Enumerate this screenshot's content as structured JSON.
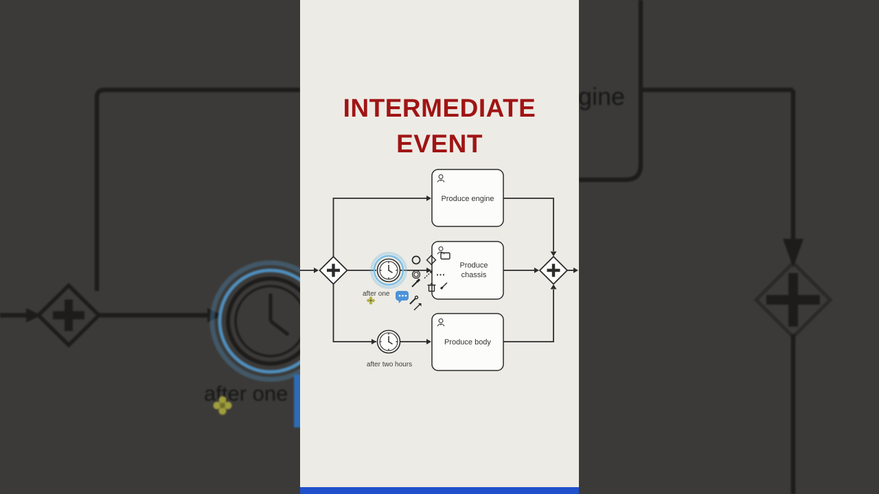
{
  "title": {
    "line1": "INTERMEDIATE",
    "line2": "EVENT"
  },
  "diagram": {
    "tasks": [
      {
        "label": "Produce engine"
      },
      {
        "label_line1": "Produce",
        "label_line2": "chassis"
      },
      {
        "label": "Produce body"
      }
    ],
    "events": {
      "middle_timer_label": "after one",
      "bottom_timer_label": "after two hours"
    },
    "context_pad_icons": [
      "append-event",
      "append-gateway",
      "append-task",
      "append-intermediate-event",
      "connect-tool",
      "more-options",
      "screwdriver-tool",
      "delete-trash",
      "color-brush",
      "wrench-tool",
      "open-arrow"
    ]
  },
  "background": {
    "task_label_fragment": "gine",
    "timer_label": "after one"
  },
  "colors": {
    "title_red": "#a01414",
    "panel_background": "#edebe5",
    "outer_background": "#3b3a38",
    "diagram_stroke": "#2b2b2b",
    "selection_blue": "#79bde4",
    "bubble_blue": "#4d93d8",
    "flower_yellow": "#b2b148",
    "bottom_bar_blue": "#2150cc"
  }
}
